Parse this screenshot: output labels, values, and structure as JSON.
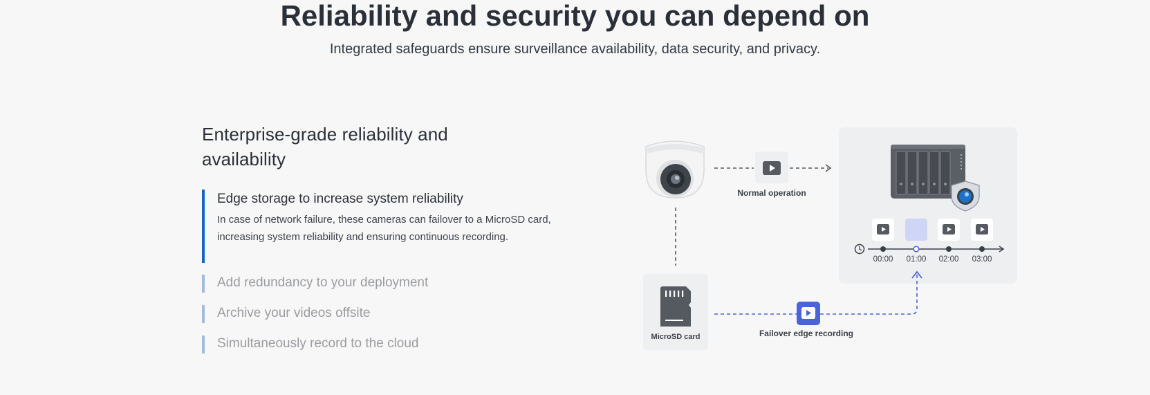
{
  "hero": {
    "title": "Reliability and security you can depend on",
    "subtitle": "Integrated safeguards ensure surveillance availability, data security, and privacy."
  },
  "section": {
    "heading": "Enterprise-grade reliability and availability",
    "heading_line1": "Enterprise-grade reliability and",
    "heading_line2": "availability"
  },
  "features": [
    {
      "title": "Edge storage to increase system reliability",
      "description": "In case of network failure, these cameras can failover to a MicroSD card, increasing system reliability and ensuring continuous recording.",
      "active": true
    },
    {
      "title": "Add redundancy to your deployment",
      "active": false
    },
    {
      "title": "Archive your videos offsite",
      "active": false
    },
    {
      "title": "Simultaneously record to the cloud",
      "active": false
    }
  ],
  "diagram": {
    "normal_label": "Normal operation",
    "failover_label": "Failover edge recording",
    "microsd_label": "MicroSD card",
    "timeline": [
      "00:00",
      "01:00",
      "02:00",
      "03:00"
    ],
    "icons": {
      "camera": "dome-camera-icon",
      "nas": "nas-server-icon",
      "shield": "security-shield-icon",
      "sd": "microsd-card-icon",
      "play": "video-play-icon",
      "clock": "clock-icon"
    },
    "colors": {
      "active_accent": "#1565c0",
      "inactive_accent": "#9fbbdf",
      "failover_accent": "#4b63d8",
      "gap_highlight": "#cfd6f5"
    }
  }
}
